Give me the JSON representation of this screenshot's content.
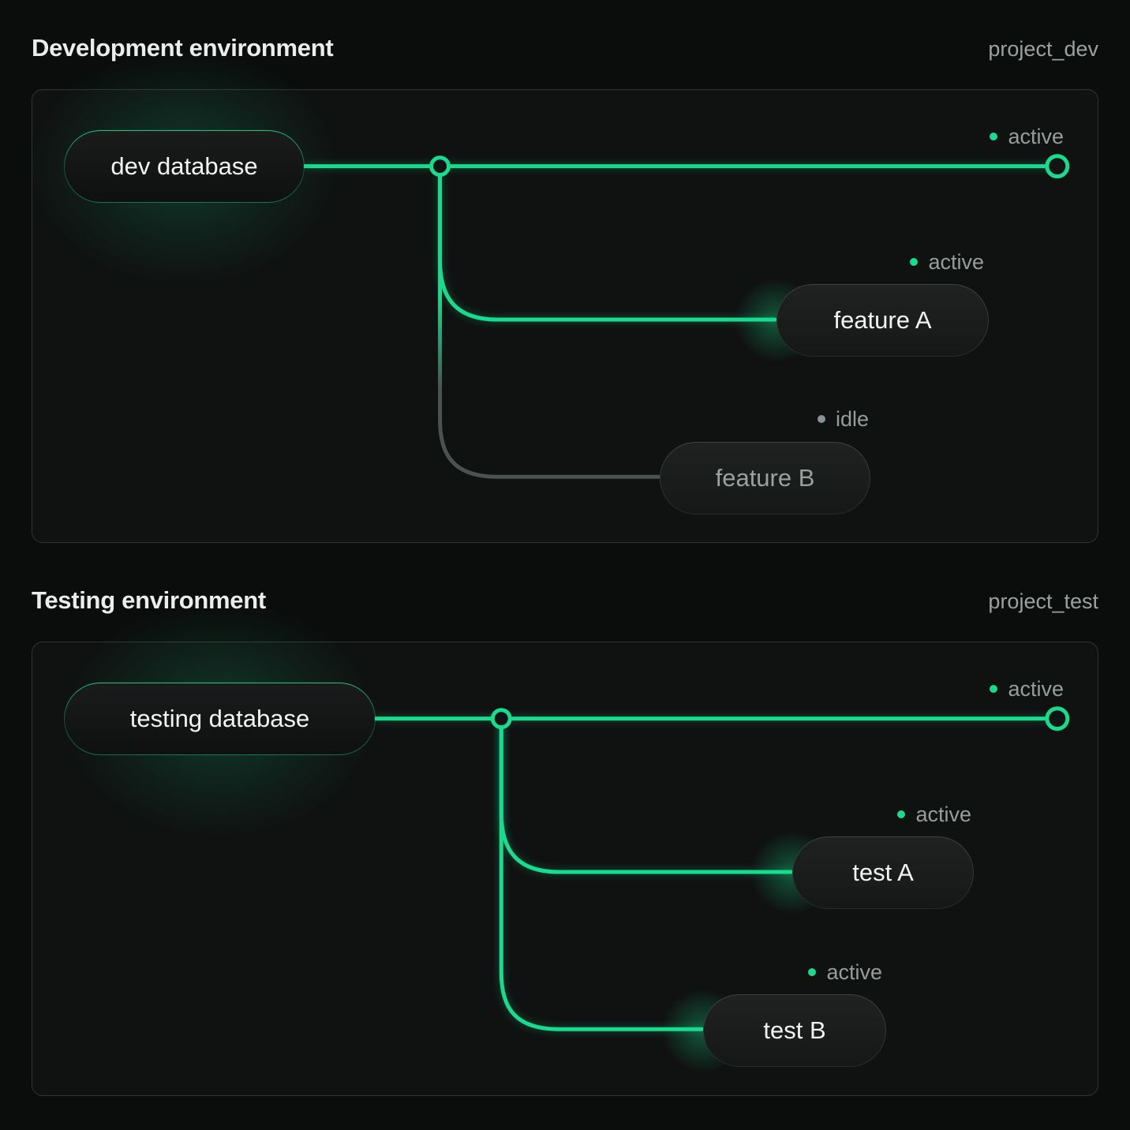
{
  "colors": {
    "accent": "#15DC8E",
    "idle_line": "#4C524F",
    "idle_dot": "#8A9198",
    "status_text": "#969D9A",
    "text_primary": "#F2F4F3",
    "text_idle": "#9BA19E",
    "heading": "#EAEDEB",
    "project_label": "#9BA19E",
    "page_bg": "#0B0D0C",
    "panel_bg": "#101212",
    "panel_border": "#2F3533",
    "node_fill": "#121414"
  },
  "panels": [
    {
      "title": "Development environment",
      "project": "project_dev",
      "root": {
        "label": "dev database"
      },
      "main": {
        "status": "active"
      },
      "branches": [
        {
          "label": "feature A",
          "status": "active"
        },
        {
          "label": "feature B",
          "status": "idle"
        }
      ]
    },
    {
      "title": "Testing environment",
      "project": "project_test",
      "root": {
        "label": "testing database"
      },
      "main": {
        "status": "active"
      },
      "branches": [
        {
          "label": "test A",
          "status": "active"
        },
        {
          "label": "test B",
          "status": "active"
        }
      ]
    }
  ]
}
